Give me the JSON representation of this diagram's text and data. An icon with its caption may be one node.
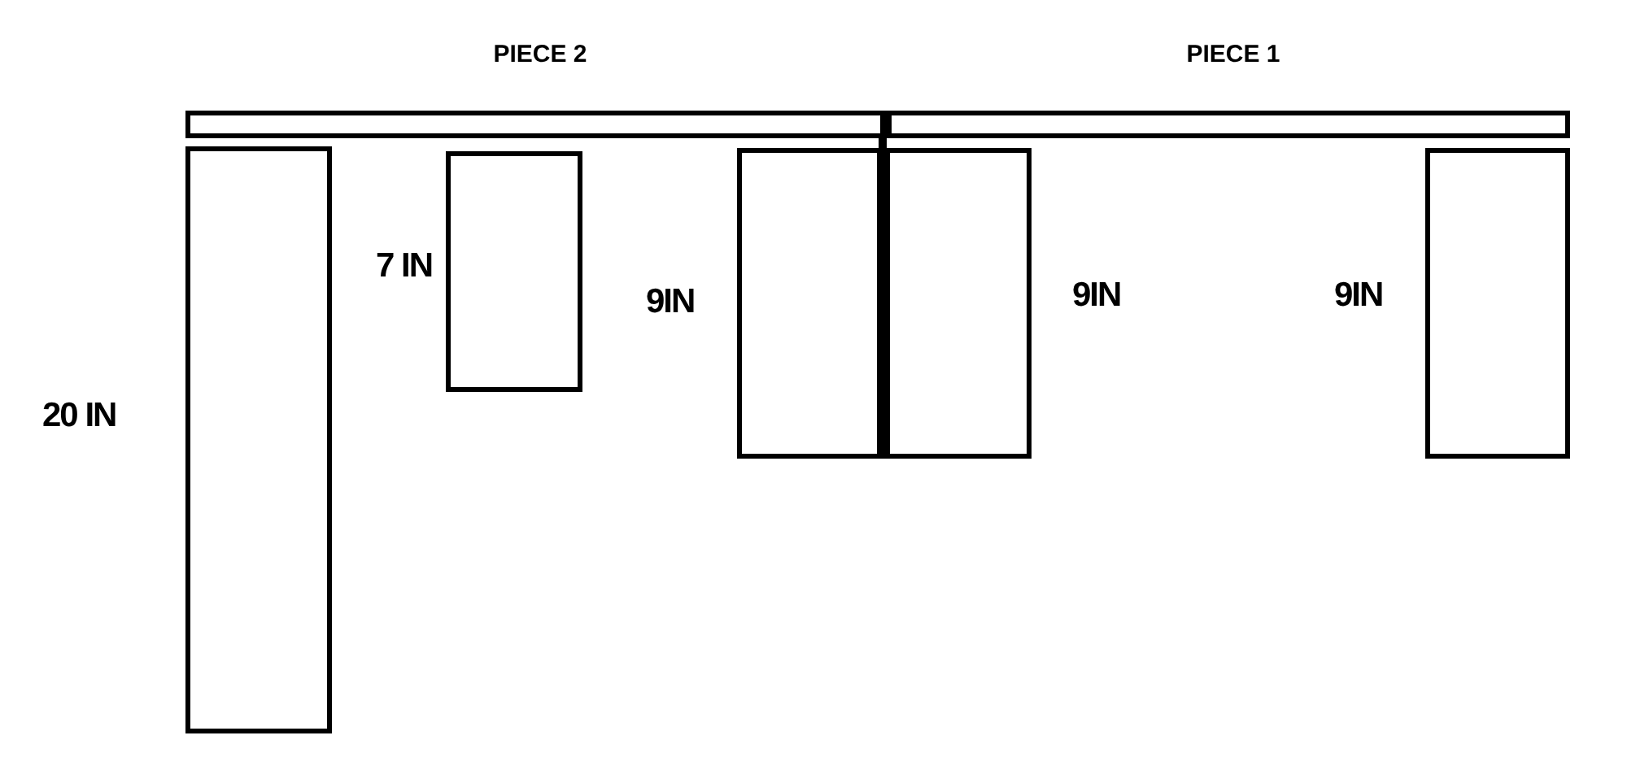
{
  "diagram": {
    "nodes": [
      {
        "text": [
          "PIECE 2"
        ]
      },
      {
        "text": [
          "PIECE 1"
        ]
      },
      {
        "text": [],
        "shape": "box"
      },
      {
        "text": [],
        "shape": "box"
      },
      {
        "text": [],
        "shape": "box"
      },
      {
        "text": [],
        "shape": "box"
      },
      {
        "text": [],
        "shape": "box"
      }
    ],
    "edges": [],
    "labels": [
      "7 IN",
      "9IN",
      "9IN",
      "9IN",
      "20 IN"
    ]
  }
}
